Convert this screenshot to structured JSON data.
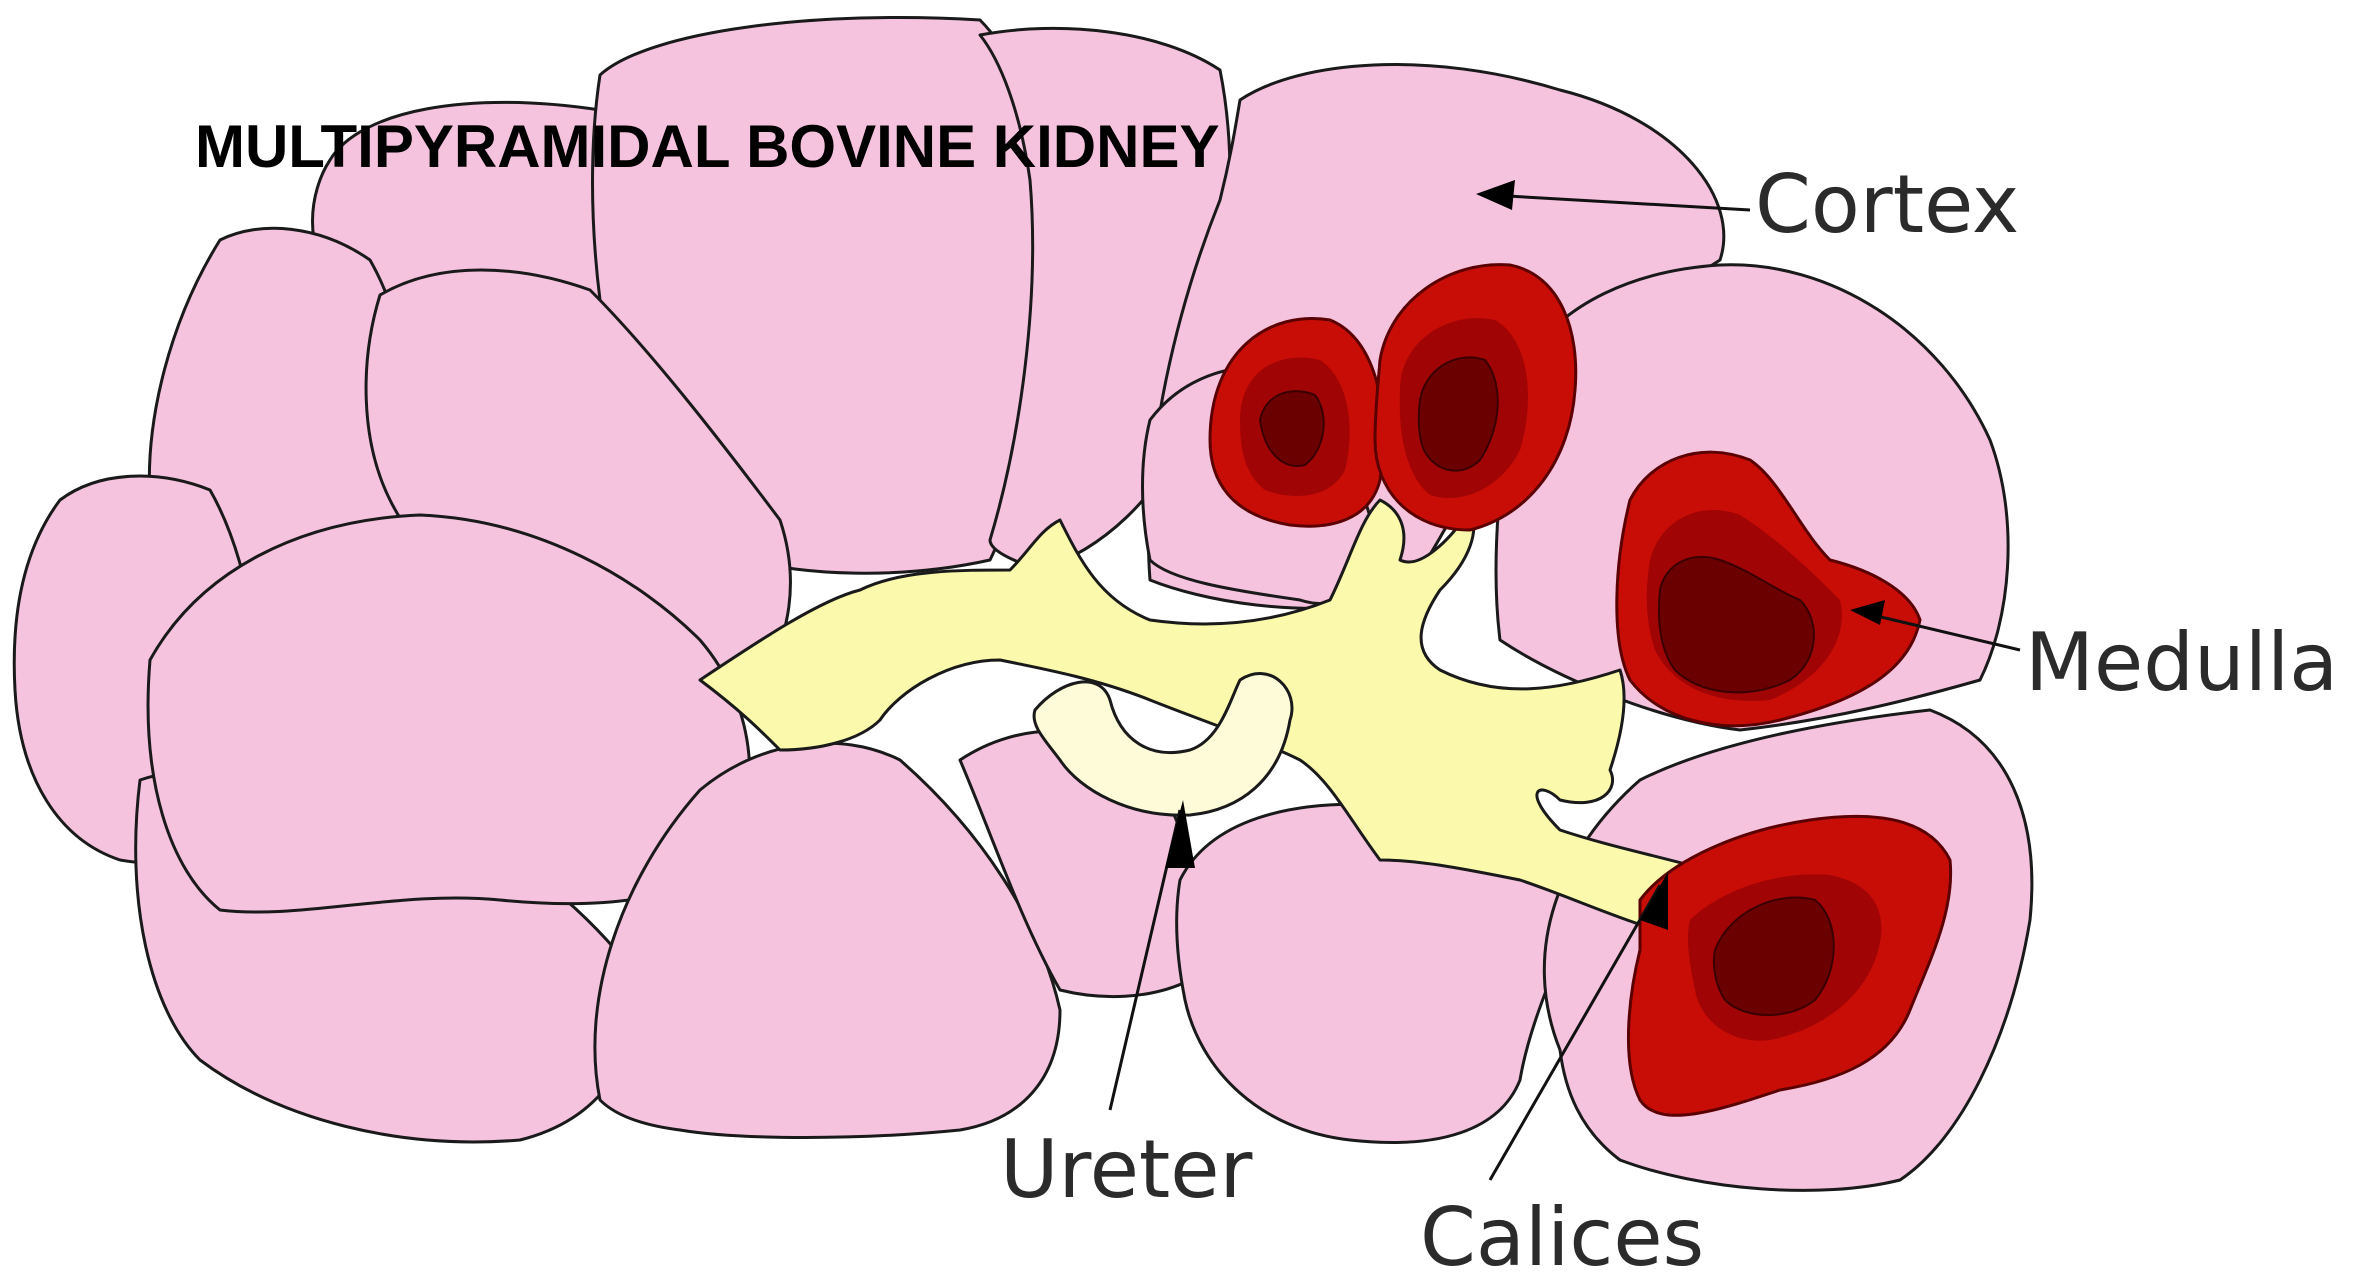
{
  "title": "MULTIPYRAMIDAL BOVINE KIDNEY",
  "labels": {
    "cortex": "Cortex",
    "medulla": "Medulla",
    "ureter": "Ureter",
    "calices": "Calices"
  },
  "colors": {
    "cortex_lobe": "#f6c3de",
    "medulla": "#c80d06",
    "medulla_inner": "#6a0000",
    "calices": "#fbf9ab",
    "ureter": "#fdfbd8",
    "outline": "#1a1a1a"
  }
}
